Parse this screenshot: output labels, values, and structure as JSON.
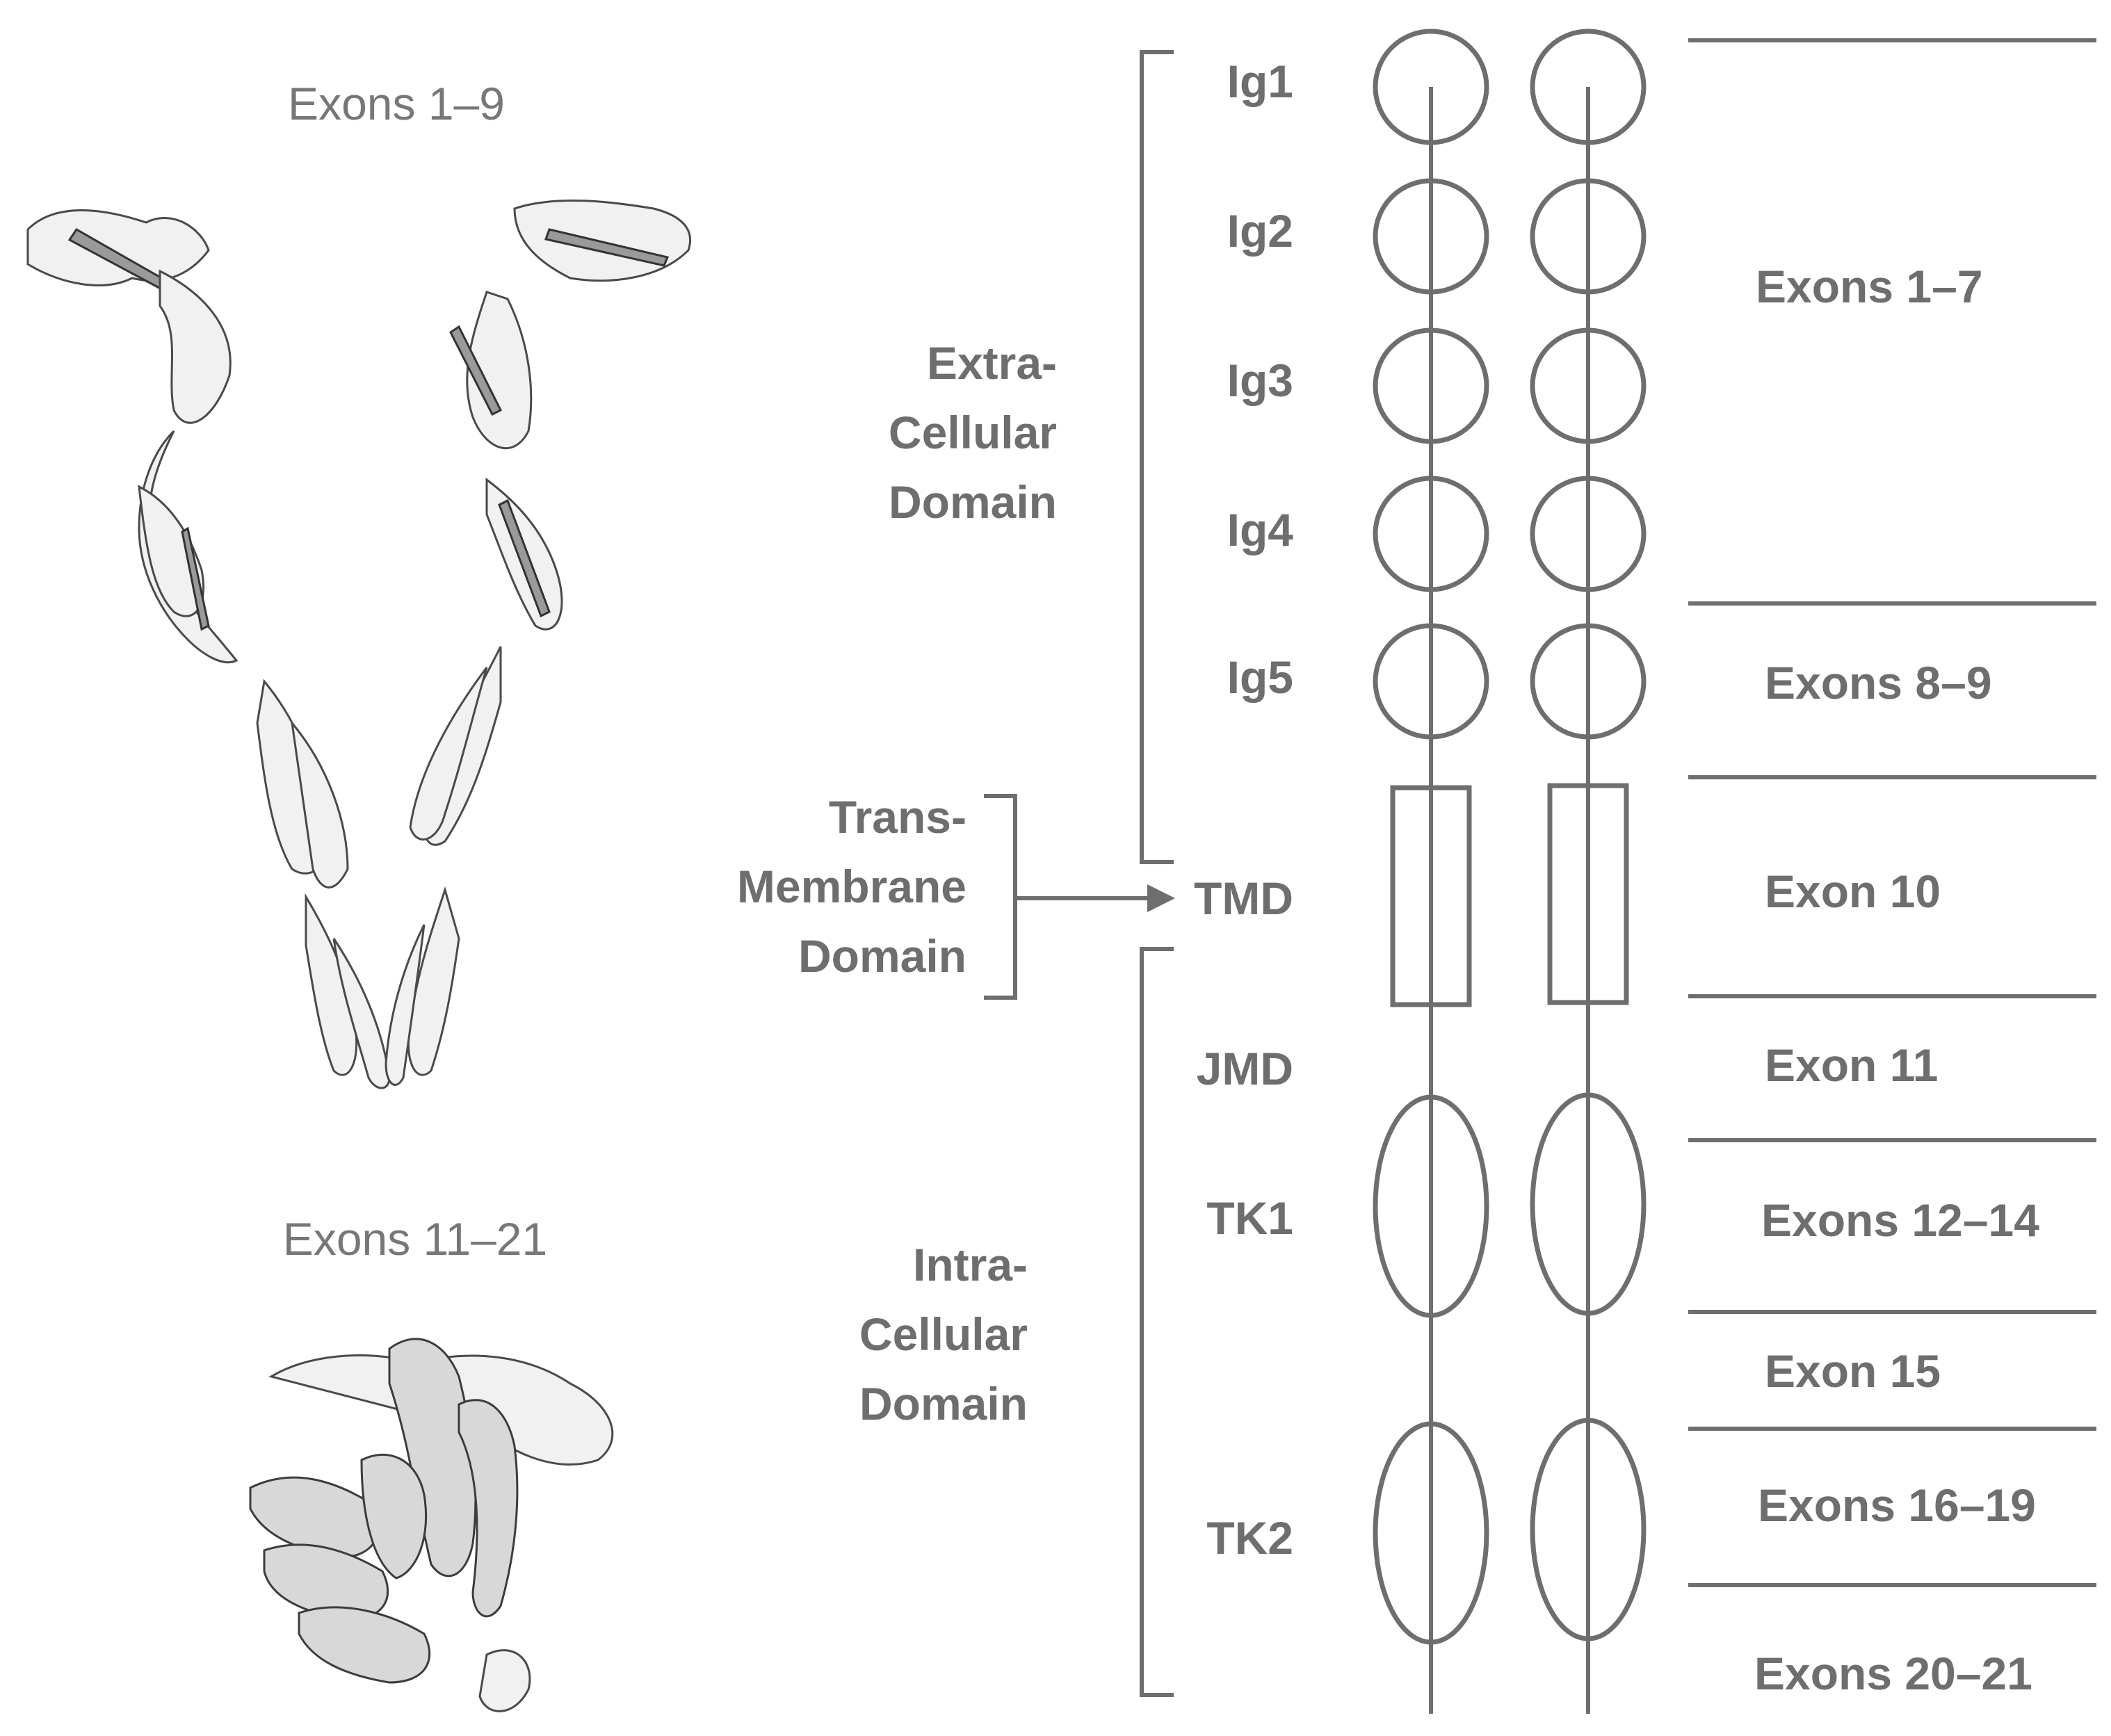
{
  "structure_labels": {
    "top": "Exons 1–9",
    "bottom": "Exons 11–21"
  },
  "regions": {
    "extracellular": [
      "Extra-",
      "Cellular",
      "Domain"
    ],
    "transmembrane": [
      "Trans-",
      "Membrane",
      "Domain"
    ],
    "intracellular": [
      "Intra-",
      "Cellular",
      "Domain"
    ]
  },
  "domains": [
    "Ig1",
    "Ig2",
    "Ig3",
    "Ig4",
    "Ig5",
    "TMD",
    "JMD",
    "TK1",
    "TK2"
  ],
  "exons": [
    "Exons 1–7",
    "Exons 8–9",
    "Exon 10",
    "Exon 11",
    "Exons 12–14",
    "Exon 15",
    "Exons 16–19",
    "Exons 20–21"
  ],
  "colors": {
    "line": "#6e6e6e",
    "text": "#6e6e6e",
    "background": "#ffffff"
  }
}
